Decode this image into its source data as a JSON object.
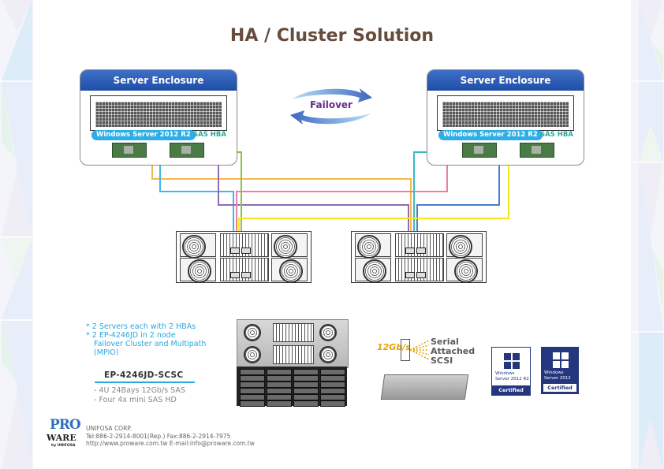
{
  "title": "HA / Cluster Solution",
  "servers": [
    {
      "header": "Server Enclosure",
      "os_label": "Windows Server 2012 R2",
      "hba_label": "SAS HBA"
    },
    {
      "header": "Server Enclosure",
      "os_label": "Windows Server 2012 R2",
      "hba_label": "SAS HBA"
    }
  ],
  "failover_label": "Failover",
  "cable_colors": {
    "orange": "#f6b84a",
    "light_blue": "#3fb6ee",
    "purple": "#8e6bb4",
    "green": "#8cc43f",
    "pink": "#ea7fa6",
    "teal": "#37bbc3",
    "blue": "#4a7ec6",
    "yellow": "#f7e81a"
  },
  "features": [
    "* 2 Servers each with 2 HBAs",
    "* 2 EP-4246JD in 2 node",
    "   Failover Cluster and Multipath",
    "   (MPIO)"
  ],
  "product": {
    "model": "EP-4246JD-SCSC",
    "specs": [
      "- 4U 24Bays 12Gb/s SAS",
      "- Four 4x mini SAS HD"
    ]
  },
  "sas_logo": {
    "speed": "12Gb/s",
    "lines": [
      "Serial",
      "Attached",
      "SCSI"
    ]
  },
  "certifications": [
    {
      "name_line1": "Windows",
      "name_line2": "Server 2012 R2",
      "label": "Certified",
      "style": "light"
    },
    {
      "name_line1": "Windows",
      "name_line2": "Server 2012",
      "label": "Certified",
      "style": "dark"
    }
  ],
  "company": {
    "logo_top": "PRO",
    "logo_mid": "WARE",
    "logo_sub": "by UNIFOSA",
    "name": "UNIFOSA CORP.",
    "contact": "Tel:886-2-2914-8001(Rep.) Fax:886-2-2914-7975",
    "web": "http://www.proware.com.tw E-mail:info@proware.com.tw"
  }
}
